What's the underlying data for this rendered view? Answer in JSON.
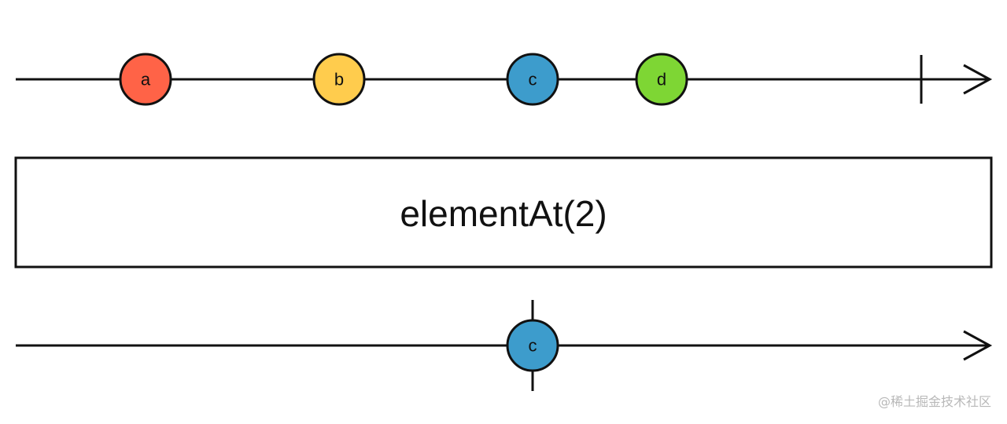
{
  "source_stream": {
    "marbles": [
      {
        "label": "a",
        "color": "#ff6347"
      },
      {
        "label": "b",
        "color": "#ffcc4d"
      },
      {
        "label": "c",
        "color": "#3d9ccc"
      },
      {
        "label": "d",
        "color": "#7ed634"
      }
    ],
    "completed": true
  },
  "operator": {
    "label": "elementAt(2)"
  },
  "result_stream": {
    "marbles": [
      {
        "label": "c",
        "color": "#3d9ccc"
      }
    ],
    "completed": true
  },
  "watermark": "@稀土掘金技术社区"
}
